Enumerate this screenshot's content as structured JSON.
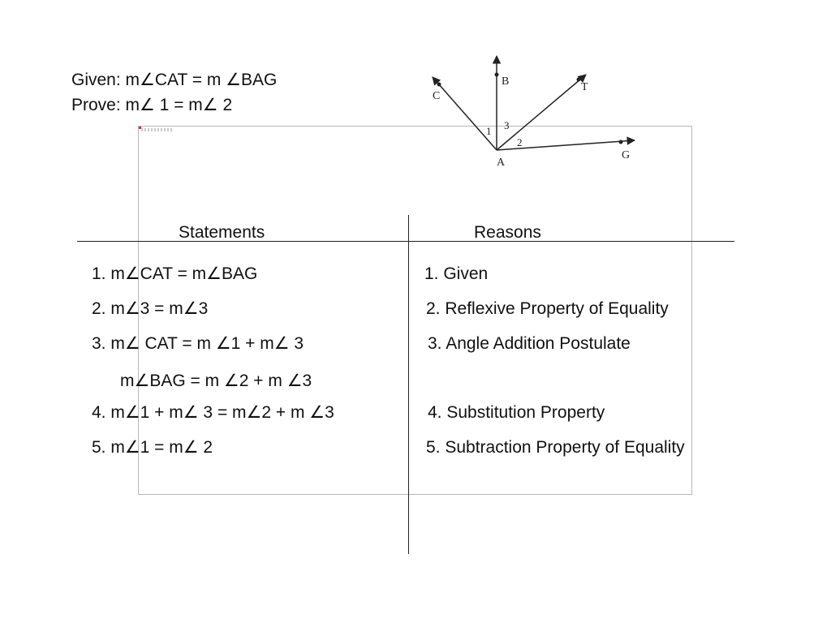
{
  "given": "Given: m∠CAT = m ∠BAG",
  "prove": "Prove: m∠ 1 = m∠ 2",
  "figure": {
    "points": {
      "A": "A",
      "B": "B",
      "C": "C",
      "T": "T",
      "G": "G"
    },
    "angles": {
      "a1": "1",
      "a2": "2",
      "a3": "3"
    }
  },
  "table": {
    "statements_header": "Statements",
    "reasons_header": "Reasons",
    "statements": [
      "1.  m∠CAT = m∠BAG",
      "2.  m∠3 = m∠3",
      "3.   m∠ CAT = m  ∠1 + m∠ 3",
      "m∠BAG = m ∠2 + m ∠3",
      "4.  m∠1 + m∠  3 = m∠2 + m ∠3",
      "5.  m∠1 = m∠  2"
    ],
    "reasons": [
      "1.  Given",
      "2.  Reflexive Property of Equality",
      "3.  Angle Addition Postulate",
      "4.  Substitution Property",
      "5.  Subtraction Property of Equality"
    ]
  }
}
